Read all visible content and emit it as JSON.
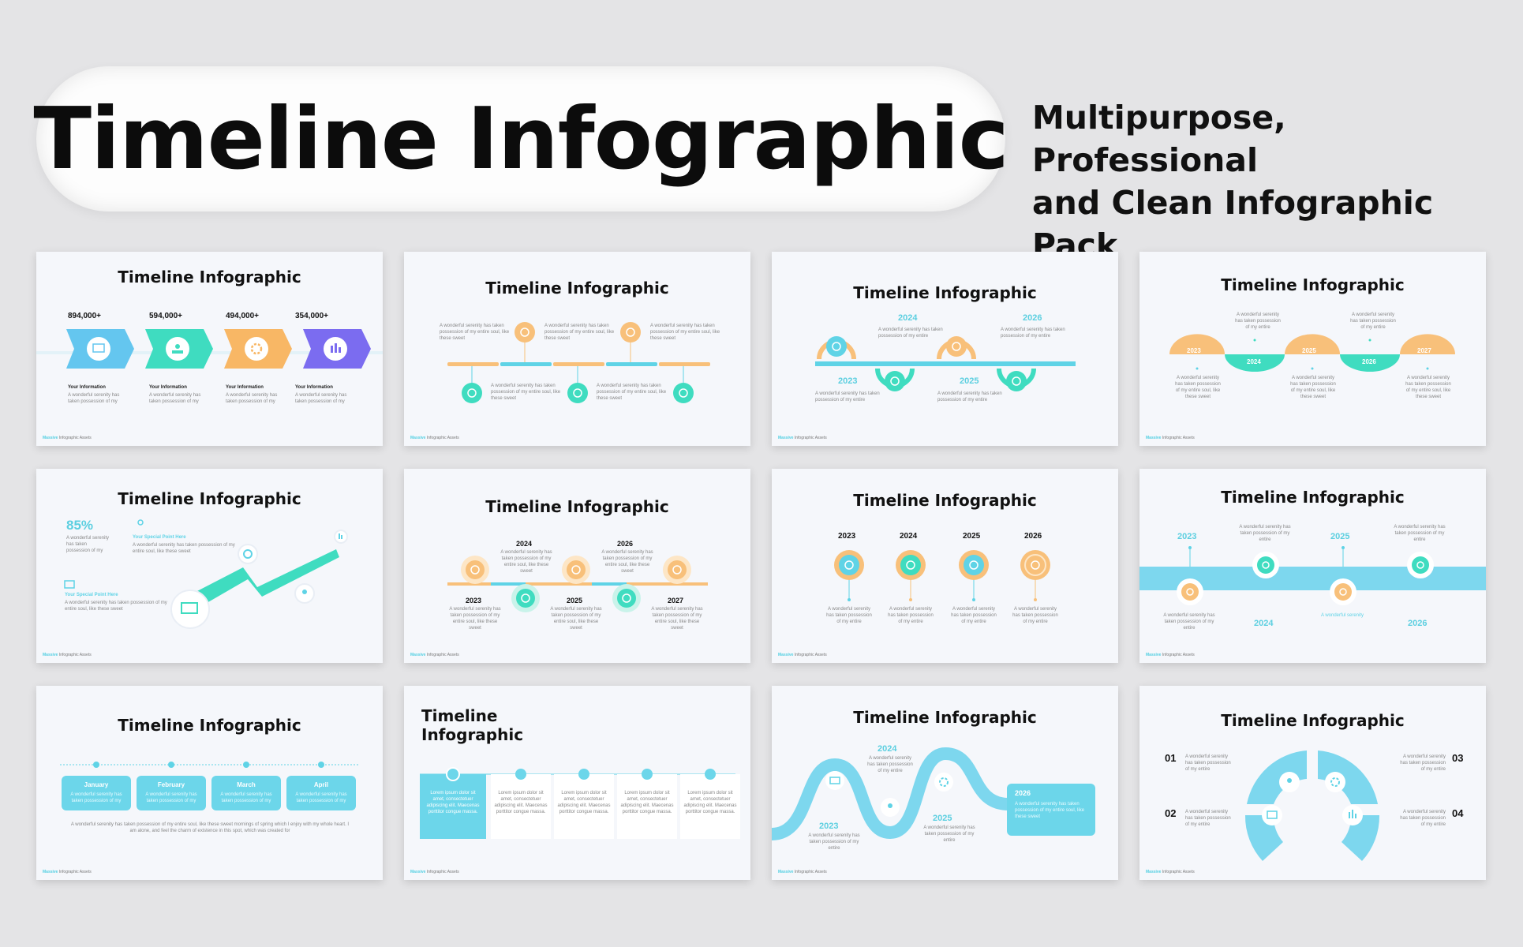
{
  "hero": {
    "title": "Timeline Infographic",
    "subtitle_line1": "Multipurpose, Professional",
    "subtitle_line2": "and Clean Infographic Pack"
  },
  "slide_title": "Timeline Infographic",
  "slide_title_l1": "Timeline",
  "slide_title_l2": "Infographic",
  "footer": {
    "brand": "Massive",
    "rest": " Infographic Assets"
  },
  "colors": {
    "cyan": "#5fd3e6",
    "teal": "#3fdcc0",
    "orange": "#f8c07a",
    "purple": "#7b6cf0",
    "bg": "#e4e4e6"
  },
  "texts": {
    "desc_a": "A wonderful serenity has taken possession of my entire soul, like these sweet",
    "desc_b": "A wonderful serenity has taken possession of my",
    "desc_c": "A wonderful serenity has taken possession of my entire",
    "your_info": "Your Information",
    "special_point": "Your Special Point Here",
    "lorem": "Lorem ipsum dolor sit amet, consectetuer adipiscing elit. Maecenas porttitor congue massa.",
    "months_desc": "A wonderful serenity has taken possession of my entire soul, like these sweet mornings of spring which I enjoy with my whole heart. I am alone, and feel the charm of existence in this spot, which was created for",
    "wonderful": "A wonderful serenity"
  },
  "s1": {
    "stats": [
      "894,000+",
      "594,000+",
      "494,000+",
      "354,000+"
    ]
  },
  "years": {
    "y2023": "2023",
    "y2024": "2024",
    "y2025": "2025",
    "y2026": "2026",
    "y2027": "2027"
  },
  "s5": {
    "pct": "85%"
  },
  "s9": {
    "months": [
      "January",
      "February",
      "March",
      "April"
    ]
  },
  "s12": {
    "nums": [
      "01",
      "02",
      "03",
      "04"
    ]
  }
}
